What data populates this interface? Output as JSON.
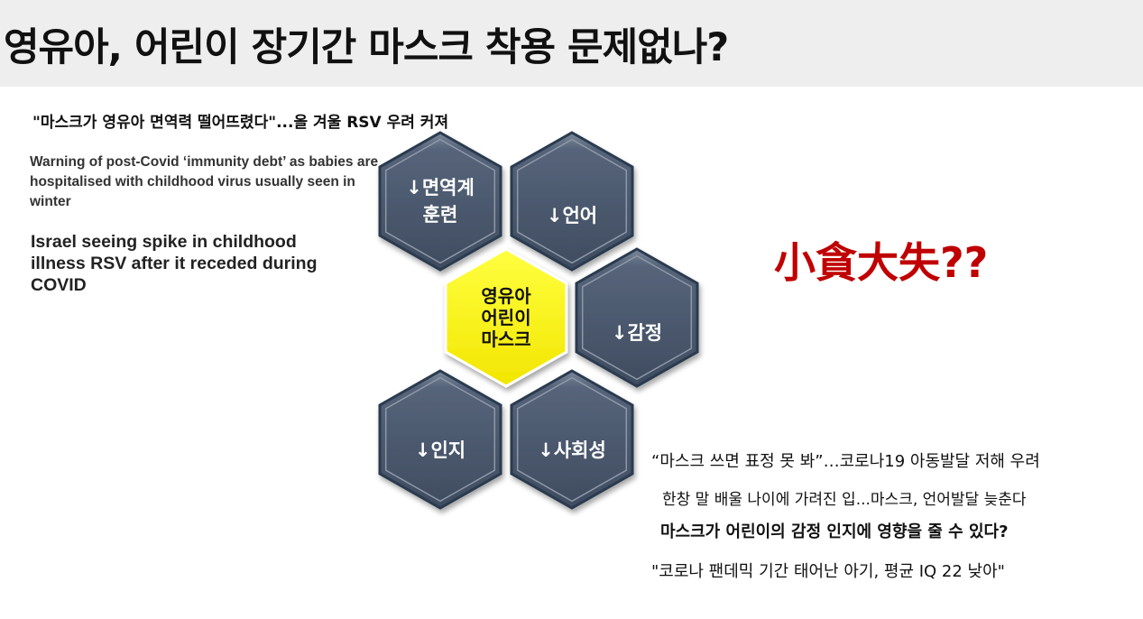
{
  "title": "영유아, 어린이 장기간 마스크 착용 문제없나?",
  "headlines": {
    "korean_top": "\"마스크가 영유아 면역력 떨어뜨렸다\"...올 겨울 RSV 우려 커져",
    "english_1": "Warning of post-Covid ‘immunity debt’ as babies are hospitalised with childhood virus usually seen in winter",
    "english_2": "Israel seeing spike in childhood illness RSV after it receded during COVID"
  },
  "hexagons": {
    "immune_line1": "↓면역계",
    "immune_line2": "훈련",
    "language": "↓언어",
    "center_line1": "영유아",
    "center_line2": "어린이",
    "center_line3": "마스크",
    "emotion": "↓감정",
    "cognition": "↓인지",
    "social": "↓사회성"
  },
  "slogan": "小貪大失??",
  "right_headlines": {
    "line1": "“마스크 쓰면 표정 못 봐”…코로나19 아동발달 저해 우려",
    "line2": "한창 말 배울 나이에 가려진 입...마스크, 언어발달 늦춘다",
    "line3": "마스크가 어린이의 감정 인지에 영향을 줄 수 있다?",
    "line4": "\"코로나 팬데믹 기간 태어난 아기, 평균 IQ 22 낮아\""
  },
  "colors": {
    "title_bar": "#eeeeee",
    "hex_dark": "#4d5a6e",
    "hex_border": "#2b3a4f",
    "hex_center": "#ffff00",
    "slogan": "#c00000"
  }
}
